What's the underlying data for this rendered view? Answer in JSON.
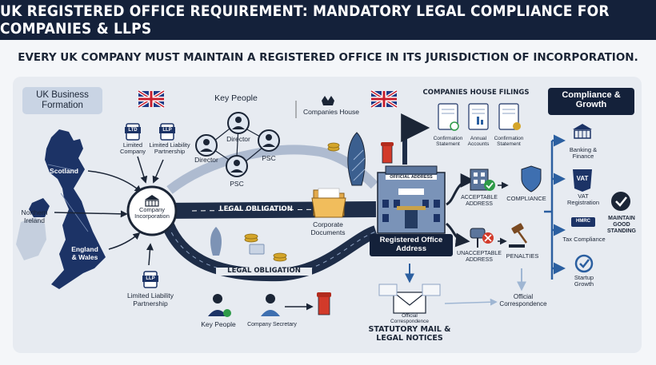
{
  "title": "UK REGISTERED OFFICE REQUIREMENT: MANDATORY LEGAL COMPLIANCE FOR COMPANIES & LLPS",
  "subtitle": "EVERY UK COMPANY MUST MAINTAIN A REGISTERED OFFICE IN ITS JURISDICTION OF INCORPORATION.",
  "formation": {
    "heading": "UK Business Formation",
    "scotland": "Scotland",
    "northern_ireland": "Northern Ireland",
    "england_wales": "England & Wales"
  },
  "entities": {
    "ltd_tag": "LTD",
    "ltd_label": "Limited Company",
    "llp_tag": "LLP",
    "llp_label": "Limited Liability Partnership",
    "llp2_tag": "LLP",
    "llp2_label": "Limited Liability Partnership"
  },
  "incorporation": "Company Incorporation",
  "key_people": {
    "heading": "Key People",
    "director_top": "Director",
    "director_left": "Director",
    "psc_right": "PSC",
    "psc_bottom": "PSC"
  },
  "companies_house": "Companies House",
  "legal_obligation_top": "LEGAL OBLIGATION",
  "legal_obligation_bottom": "LEGAL OBLIGATION",
  "corporate_documents": "Corporate Documents",
  "building_sign": "OFFICIAL ADDRESS",
  "registered_office": "Registered Office Address",
  "filings": {
    "heading": "COMPANIES HOUSE FILINGS",
    "items": [
      "Confirmation Statement",
      "Annual Accounts",
      "Confirmation Statement"
    ]
  },
  "acceptable_address": "ACCEPTABLE ADDRESS",
  "compliance": "COMPLIANCE",
  "unacceptable_address": "UNACCEPTABLE ADDRESS",
  "penalties": "PENALTIES",
  "official_correspondence_right": "Official Correspondence",
  "mail": {
    "small": "Official Correspondence",
    "label": "STATUTORY MAIL & LEGAL NOTICES"
  },
  "bottom_people": {
    "key_people": "Key People",
    "secretary": "Company Secretary"
  },
  "growth": {
    "heading": "Compliance & Growth",
    "banking": "Banking & Finance",
    "vat_icon": "VAT",
    "vat": "VAT Registration",
    "hmrc_icon": "HMRC",
    "tax": "Tax Compliance",
    "startup": "Startup Growth",
    "standing": "MAINTAIN GOOD STANDING"
  },
  "colors": {
    "banner": "#14213a",
    "road": "#1e2d48",
    "arrow": "#2b5fa0",
    "check_green": "#2e9a48",
    "cross_red": "#d23a2a",
    "map_navy": "#1c3366"
  }
}
